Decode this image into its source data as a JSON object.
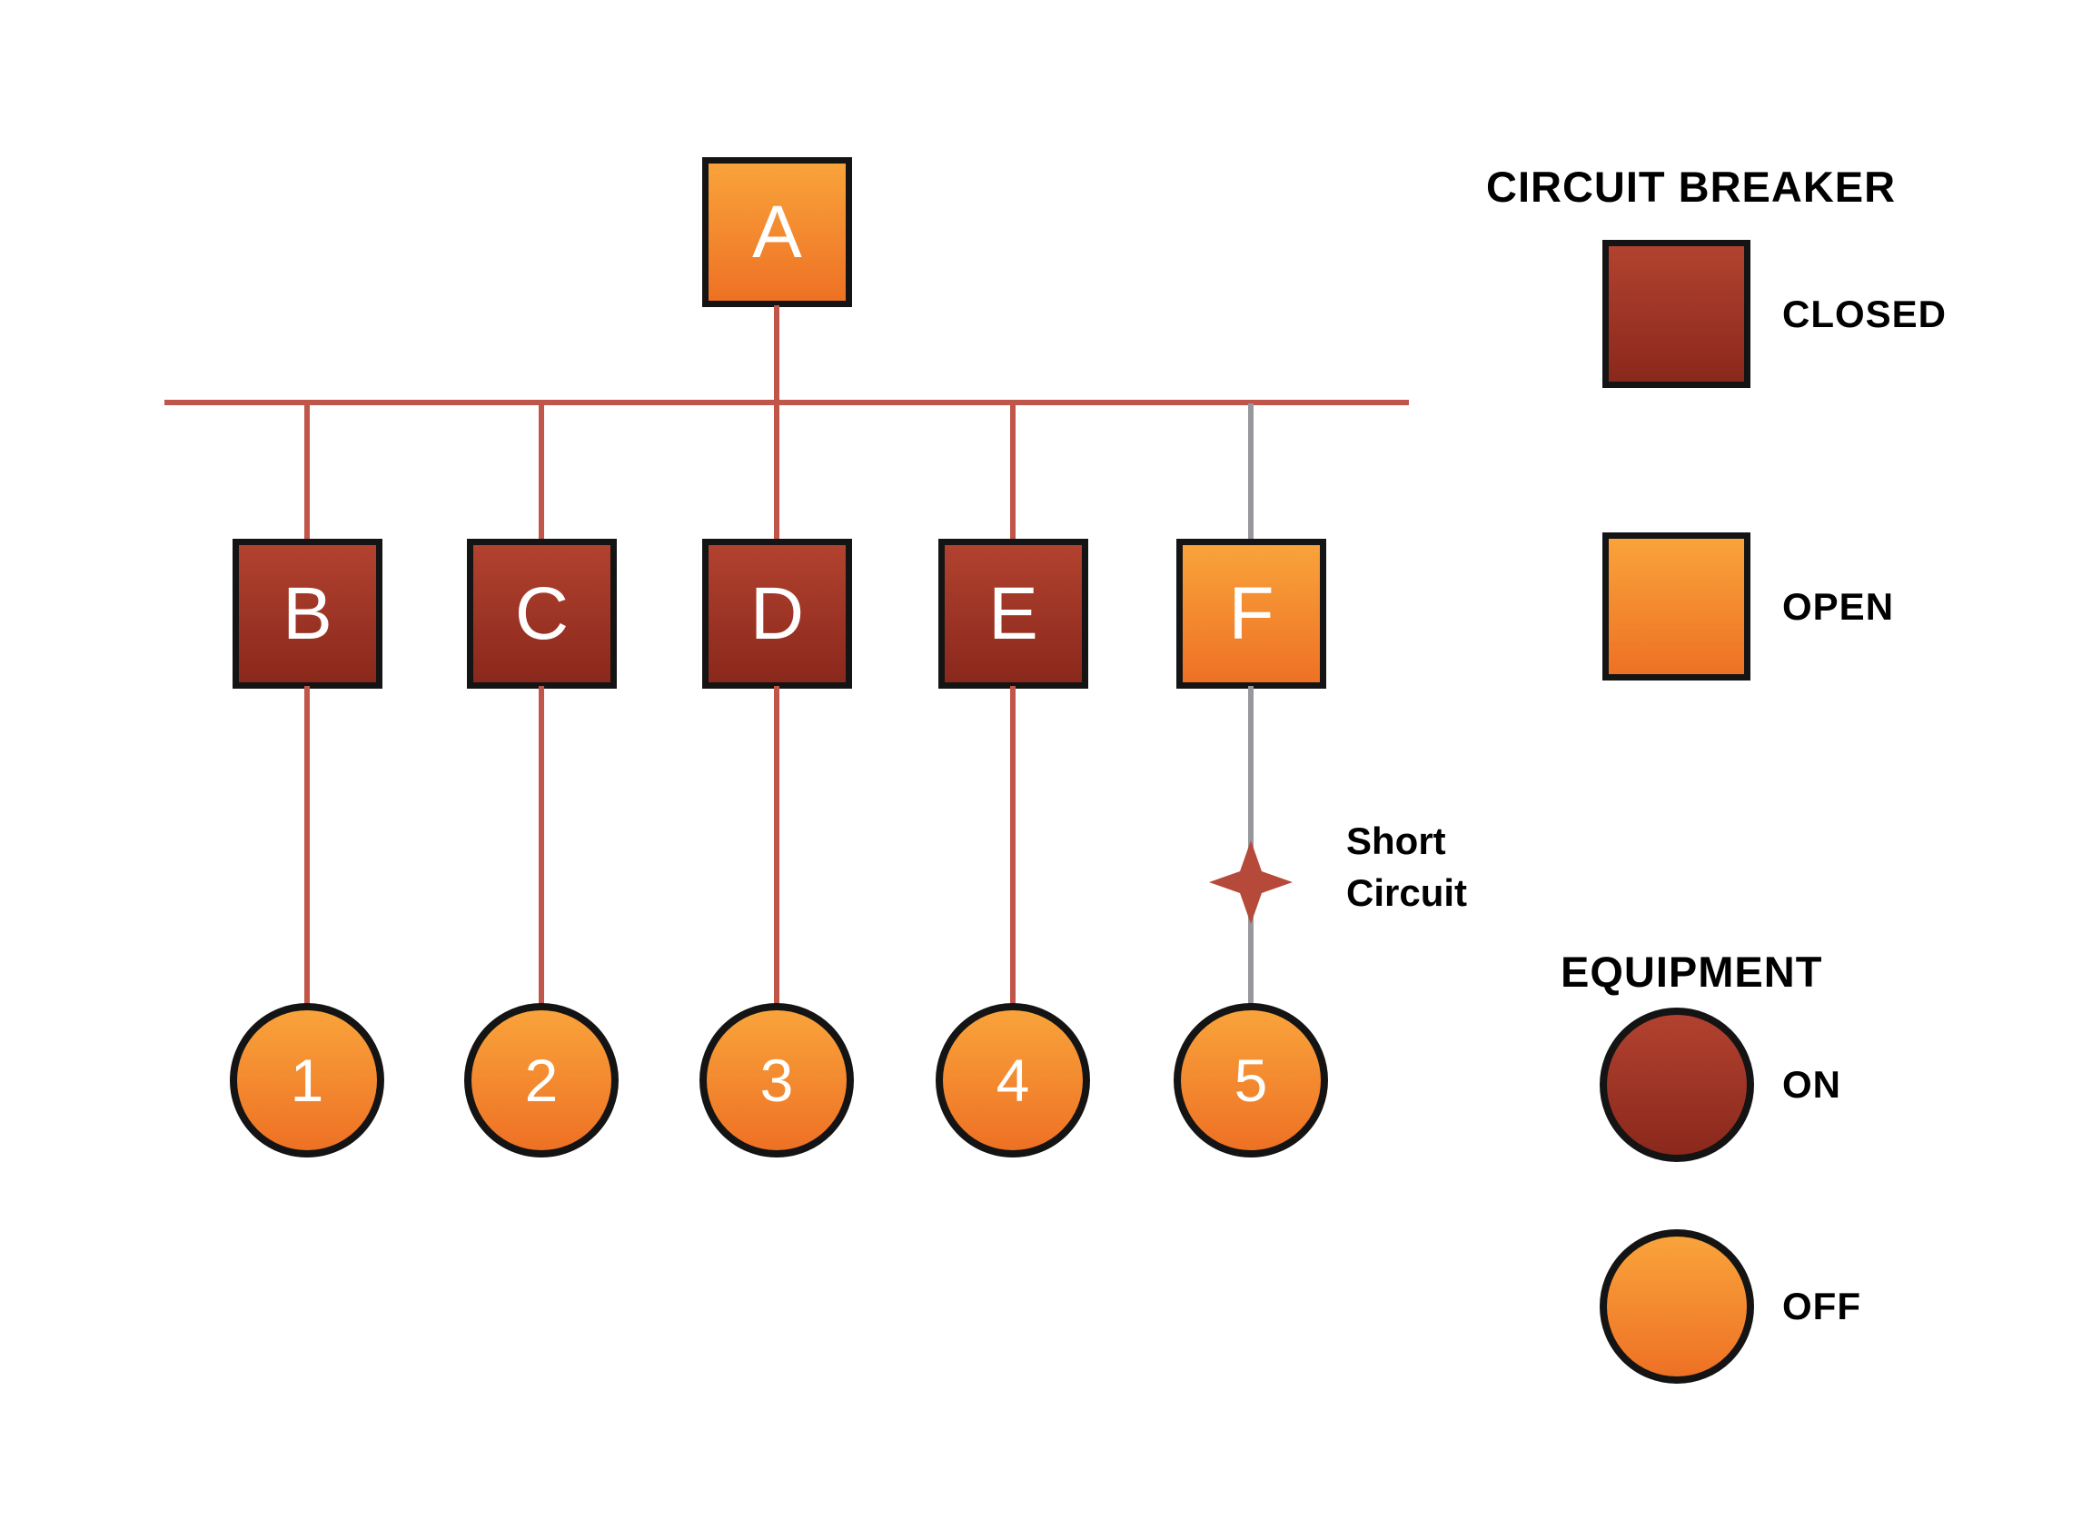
{
  "diagram": {
    "main_breaker": {
      "label": "A",
      "state": "open"
    },
    "feeders": [
      {
        "breaker_label": "B",
        "breaker_state": "closed",
        "equipment_label": "1",
        "equipment_state": "off"
      },
      {
        "breaker_label": "C",
        "breaker_state": "closed",
        "equipment_label": "2",
        "equipment_state": "off"
      },
      {
        "breaker_label": "D",
        "breaker_state": "closed",
        "equipment_label": "3",
        "equipment_state": "off"
      },
      {
        "breaker_label": "E",
        "breaker_state": "closed",
        "equipment_label": "4",
        "equipment_state": "off"
      },
      {
        "breaker_label": "F",
        "breaker_state": "open",
        "equipment_label": "5",
        "equipment_state": "off",
        "fault": "short circuit"
      }
    ],
    "short_circuit_label": "Short\nCircuit"
  },
  "legend": {
    "breaker_title": "CIRCUIT BREAKER",
    "closed_label": "CLOSED",
    "open_label": "OPEN",
    "equipment_title": "EQUIPMENT",
    "on_label": "ON",
    "off_label": "OFF"
  },
  "colors": {
    "closed_top": "#b2422f",
    "closed_bottom": "#8a281c",
    "open_top": "#f9a33b",
    "open_bottom": "#ee7124",
    "line": "#c0564a",
    "fault_line": "#98989c",
    "star": "#b5493a",
    "border": "#141414",
    "text_on_shape": "#ffffff",
    "label": "#000000"
  }
}
